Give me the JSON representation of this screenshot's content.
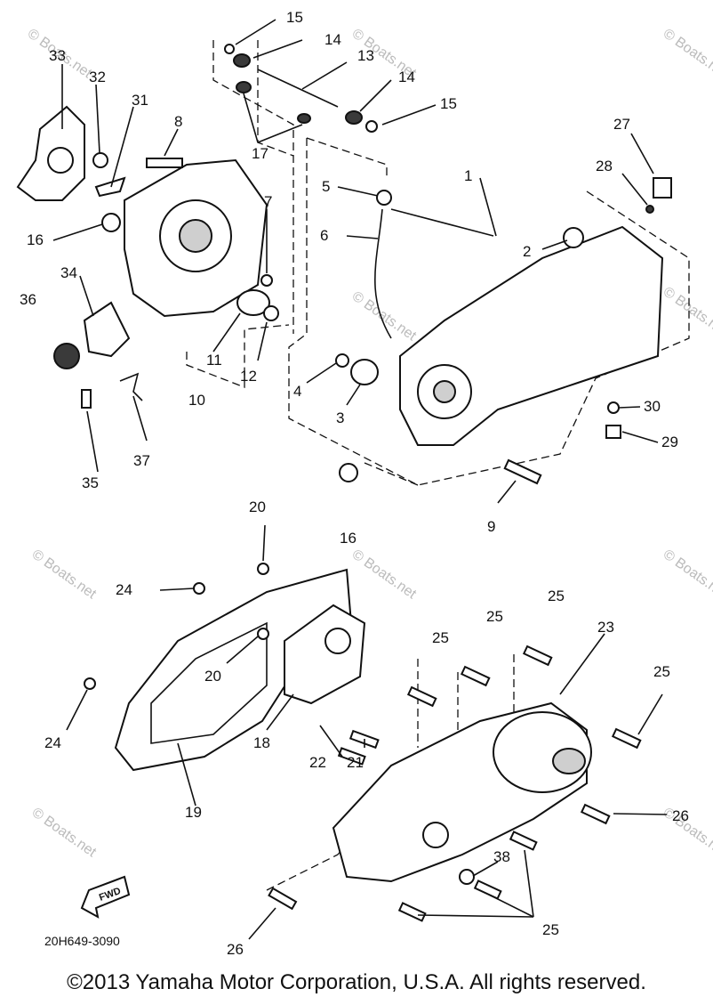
{
  "labels": {
    "p1": "1",
    "p2": "2",
    "p3": "3",
    "p4": "4",
    "p5": "5",
    "p6": "6",
    "p7": "7",
    "p8": "8",
    "p9": "9",
    "p10": "10",
    "p11": "11",
    "p12": "12",
    "p13": "13",
    "p14": "14",
    "p15": "15",
    "p16": "16",
    "p17": "17",
    "p18": "18",
    "p19": "19",
    "p20": "20",
    "p21": "21",
    "p22": "22",
    "p23": "23",
    "p24": "24",
    "p25": "25",
    "p26": "26",
    "p27": "27",
    "p28": "28",
    "p29": "29",
    "p30": "30",
    "p31": "31",
    "p32": "32",
    "p33": "33",
    "p34": "34",
    "p35": "35",
    "p36": "36",
    "p37": "37",
    "p38": "38"
  },
  "fwd_label": "FWD",
  "diagram_code": "20H649-3090",
  "watermark": "© Boats.net",
  "copyright": "©2013 Yamaha Motor Corporation, U.S.A. All rights reserved."
}
